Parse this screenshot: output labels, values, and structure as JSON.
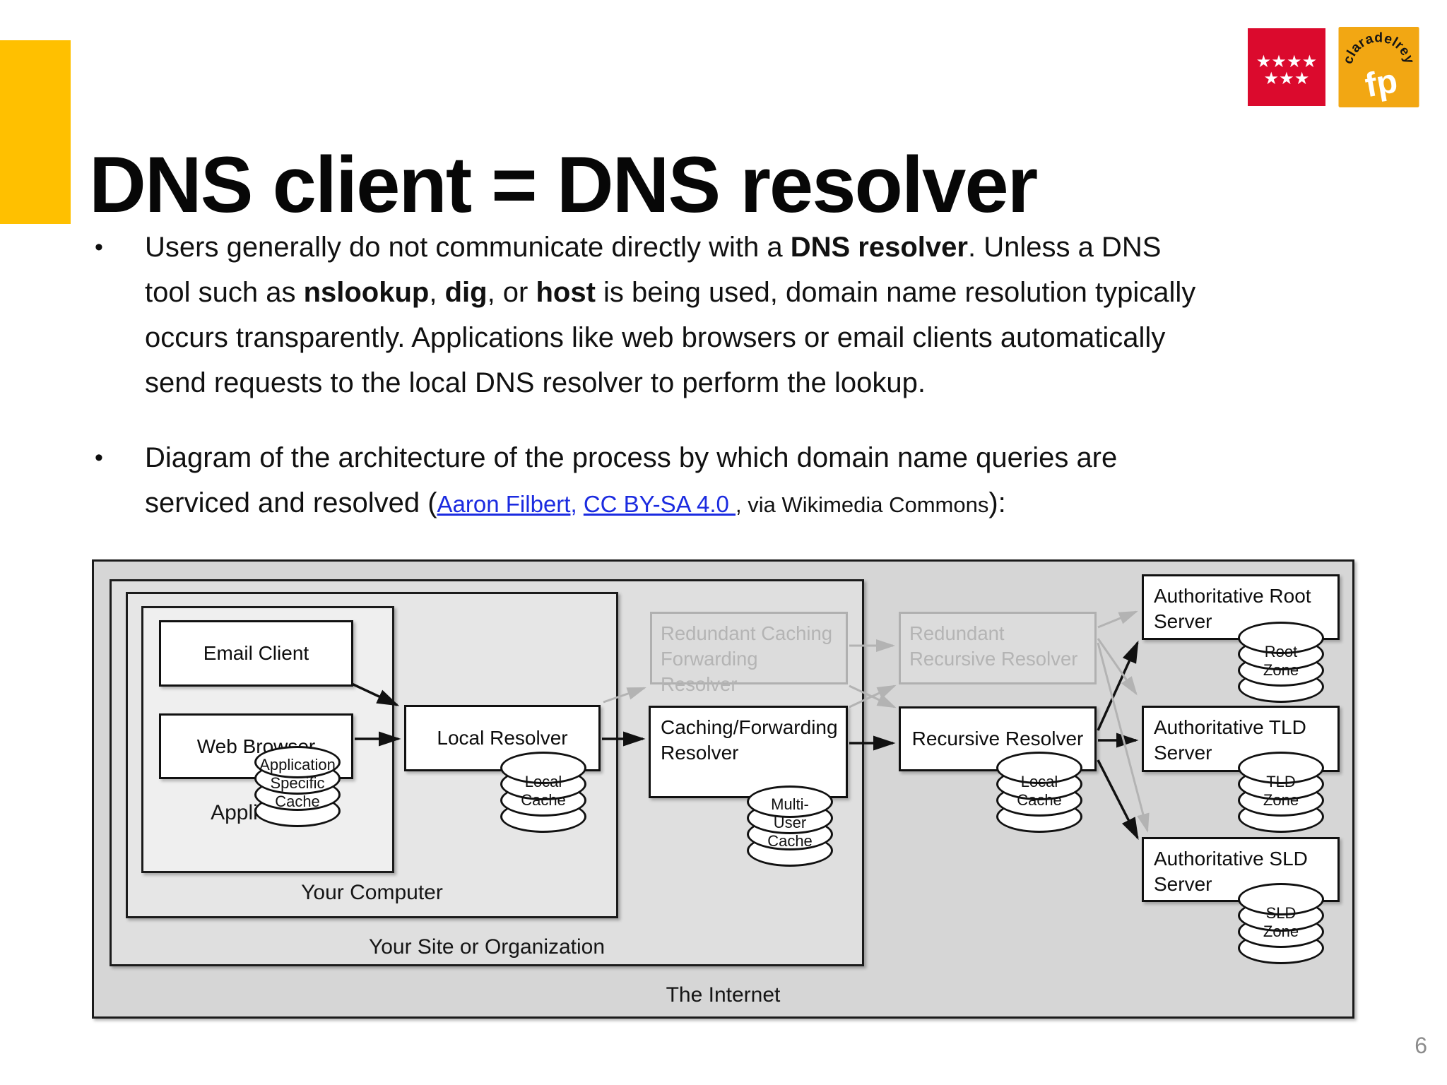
{
  "slide": {
    "title": "DNS client = DNS resolver",
    "page_number": "6",
    "bullet_marker": "•"
  },
  "colors": {
    "accent_yellow": "#FFC000",
    "madrid_red": "#DB0A2D",
    "fp_yellow": "#F2A713",
    "link_blue": "#1b2be0",
    "diagram_bg": "#d6d6d6"
  },
  "logos": {
    "madrid_stars_top": "★★★★",
    "madrid_stars_bottom": "★★★",
    "fp_arc_text": "claradelrey",
    "fp_center_text": "fp"
  },
  "bullets": {
    "b1": {
      "l1a": "Users generally do not communicate directly with a ",
      "l1b": "DNS resolver",
      "l1c": ". Unless a DNS",
      "l2a": "tool such as ",
      "l2b": "nslookup",
      "l2c": ", ",
      "l2d": "dig",
      "l2e": ", or ",
      "l2f": "host",
      "l2g": " is being used, domain name resolution typically",
      "l3": "occurs transparently. Applications like web browsers or email clients automatically",
      "l4": "send requests to the local DNS resolver to perform the lookup."
    },
    "b2": {
      "l1": "Diagram of the architecture of the process by which domain name queries are",
      "l2a": "serviced and resolved (",
      "link1": "Aaron Filbert",
      "sep": ", ",
      "link2": "CC BY-SA 4.0 ",
      "l2b": ", via Wikimedia Commons",
      "l2c": "):"
    }
  },
  "diagram": {
    "nodes": {
      "email_client": "Email Client",
      "web_browser": "Web Browser",
      "local_resolver": "Local Resolver",
      "caching_forwarding_resolver": "Caching/Forwarding Resolver",
      "recursive_resolver": "Recursive Resolver",
      "redundant_caching_forwarding_resolver": "Redundant Caching Forwarding Resolver",
      "redundant_recursive_resolver": "Redundant Recursive Resolver",
      "authoritative_root_server": "Authoritative Root Server",
      "authoritative_tld_server": "Authoritative TLD Server",
      "authoritative_sld_server": "Authoritative SLD Server"
    },
    "cylinders": {
      "application_specific_cache": "Application Specific Cache",
      "local_cache_resolver": "Local Cache",
      "multi_user_cache": "Multi-User Cache",
      "local_cache_recursive": "Local Cache",
      "root_zone": "Root Zone",
      "tld_zone": "TLD Zone",
      "sld_zone": "SLD Zone"
    },
    "regions": {
      "applications": "Applications",
      "your_computer": "Your Computer",
      "your_site": "Your Site or Organization",
      "the_internet": "The Internet"
    }
  }
}
